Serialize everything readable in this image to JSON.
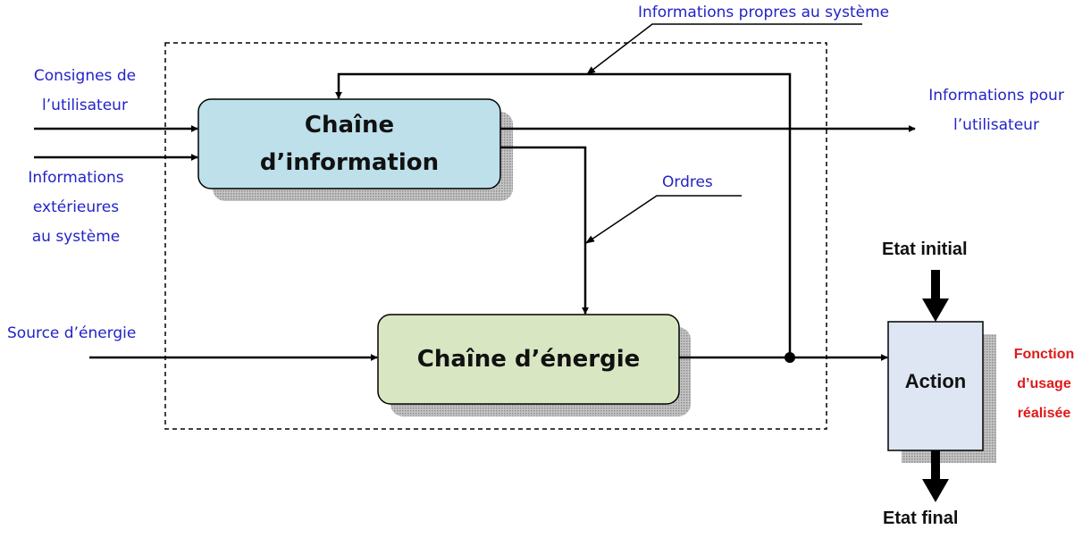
{
  "labels": {
    "consignes": "Consignes de\nl’utilisateur",
    "infos_exterieures": "Informations\nextérieures\nau système",
    "source_energie": "Source d’énergie",
    "infos_propres": "Informations propres au système",
    "infos_utilisateur": "Informations pour\nl’utilisateur",
    "ordres": "Ordres"
  },
  "blocks": {
    "chaine_information": "Chaîne\nd’information",
    "chaine_energie": "Chaîne d’énergie",
    "action": "Action"
  },
  "states": {
    "initial": "Etat initial",
    "final": "Etat final"
  },
  "result": "Fonction\nd’usage\nréalisée",
  "colors": {
    "label_blue": "#2323c8",
    "result_red": "#e01818",
    "info_box_fill": "#bde0ea",
    "energy_box_fill": "#d8e6c2",
    "action_box_fill": "#dde6f2",
    "shadow": "#b5b5b5"
  }
}
